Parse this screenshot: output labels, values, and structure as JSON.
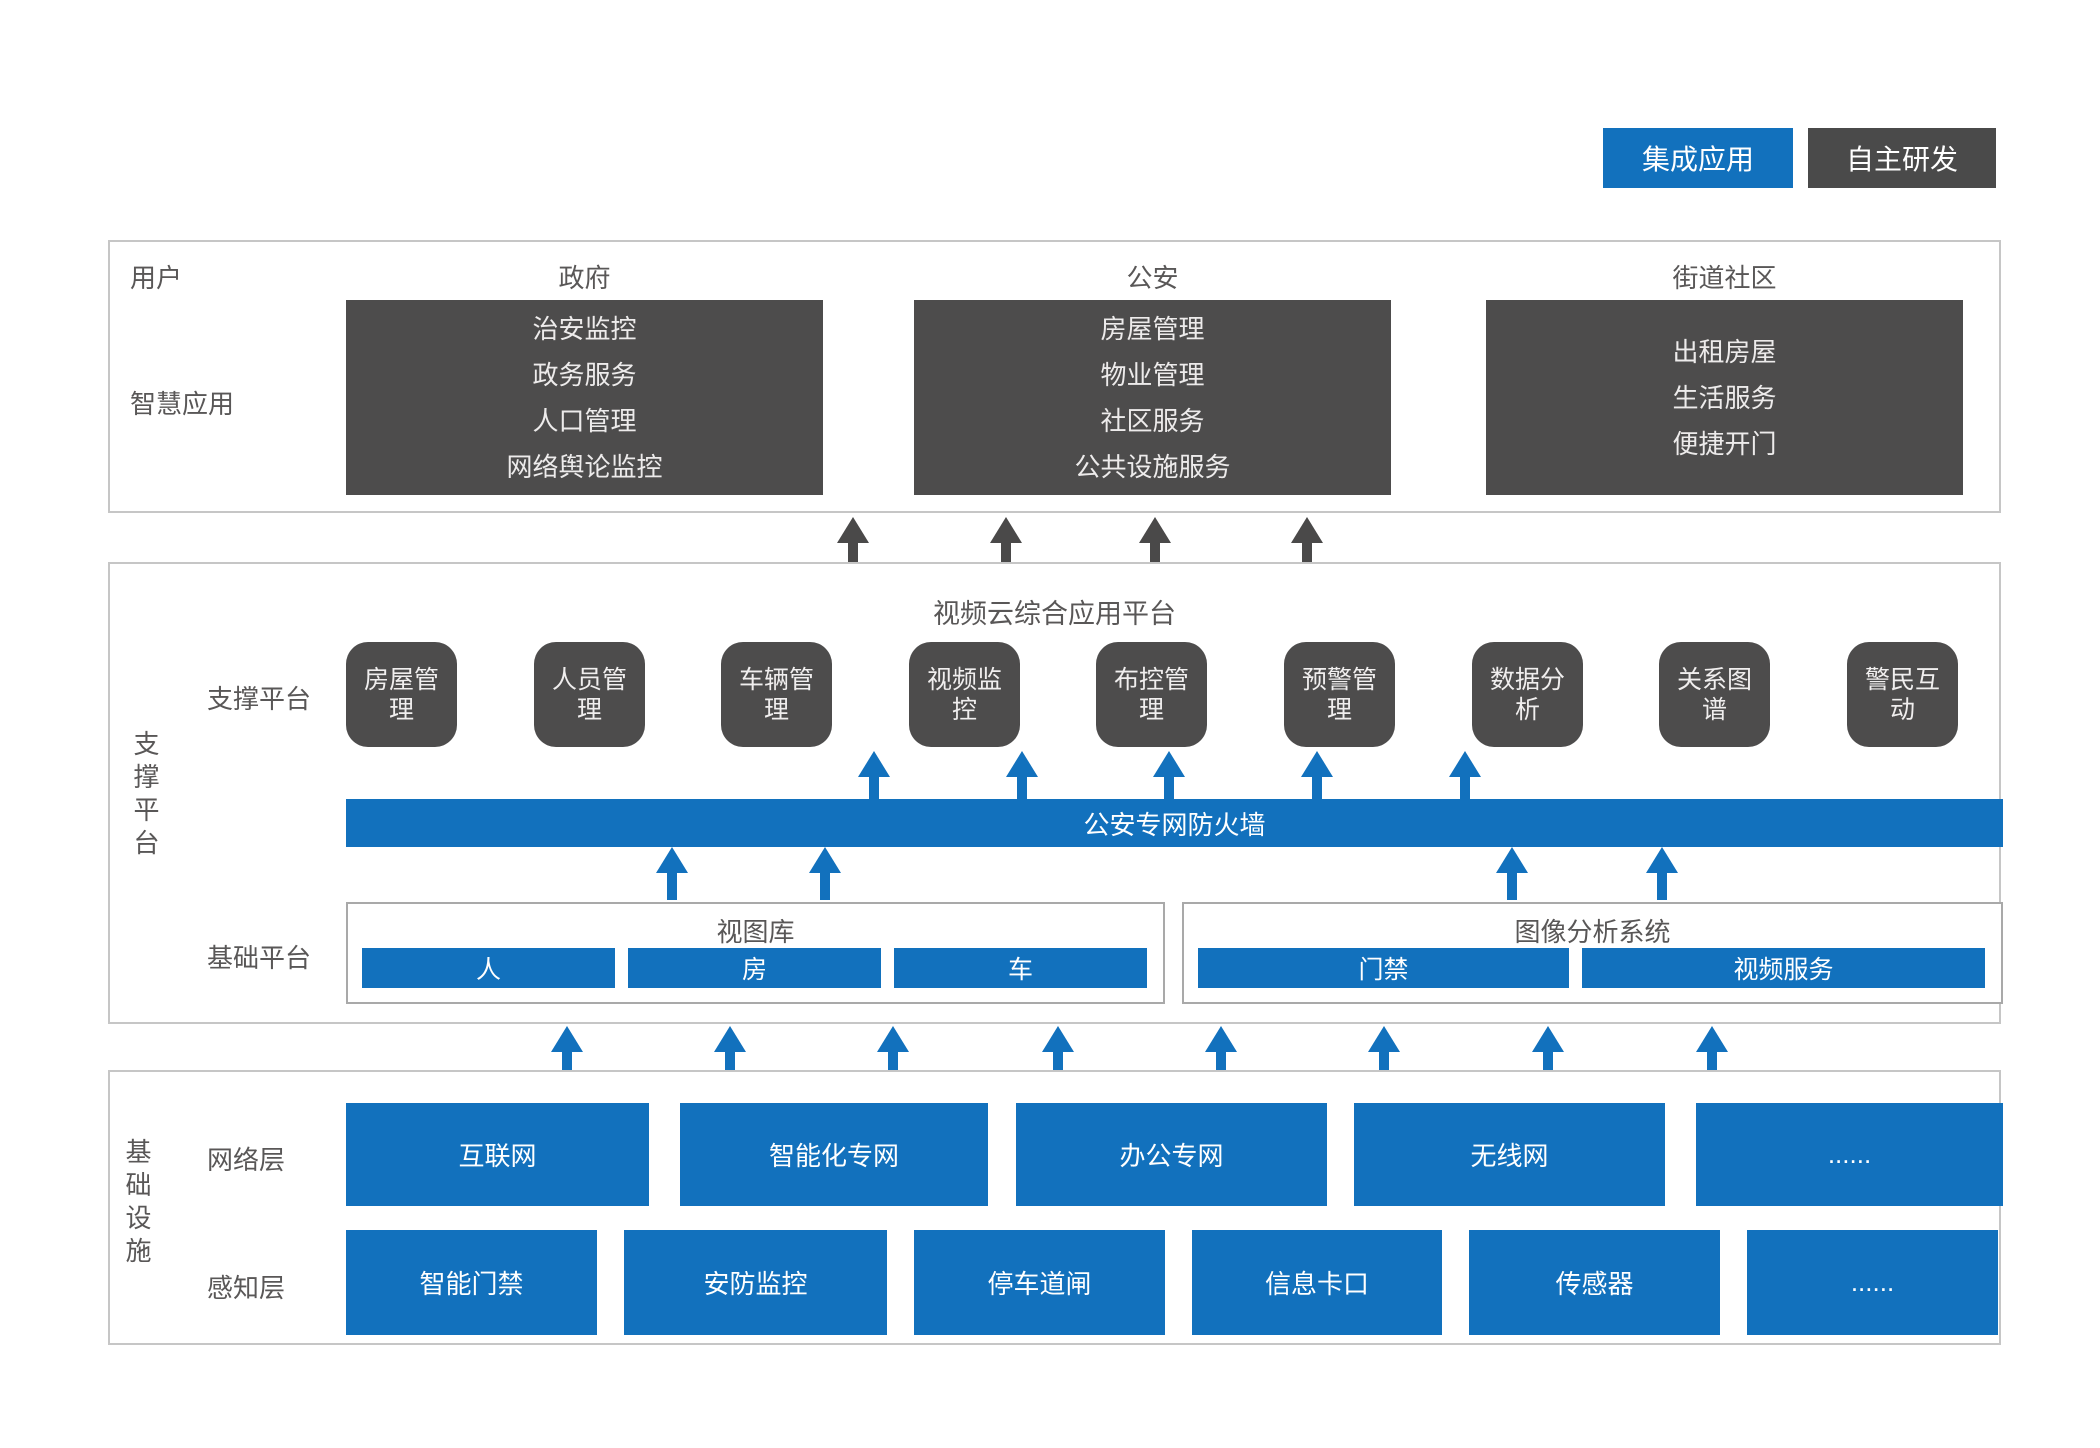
{
  "legend": {
    "integrated": "集成应用",
    "self_developed": "自主研发"
  },
  "top_section": {
    "row_label_users": "用户",
    "row_label_apps": "智慧应用",
    "columns": [
      {
        "header": "政府",
        "items": [
          "治安监控",
          "政务服务",
          "人口管理",
          "网络舆论监控"
        ]
      },
      {
        "header": "公安",
        "items": [
          "房屋管理",
          "物业管理",
          "社区服务",
          "公共设施服务"
        ]
      },
      {
        "header": "街道社区",
        "items": [
          "出租房屋",
          "生活服务",
          "便捷开门"
        ]
      }
    ]
  },
  "middle_section": {
    "side_label": "支撑平台",
    "title": "视频云综合应用平台",
    "support_row_label": "支撑平台",
    "support_boxes": [
      "房屋管理",
      "人员管理",
      "车辆管理",
      "视频监控",
      "布控管理",
      "预警管理",
      "数据分析",
      "关系图谱",
      "警民互动"
    ],
    "firewall": "公安专网防火墙",
    "base_row_label": "基础平台",
    "base_groups": [
      {
        "title": "视图库",
        "items": [
          "人",
          "房",
          "车"
        ]
      },
      {
        "title": "图像分析系统",
        "items": [
          "门禁",
          "视频服务"
        ]
      }
    ]
  },
  "bottom_section": {
    "side_label": "基础设施",
    "rows": [
      {
        "label": "网络层",
        "items": [
          "互联网",
          "智能化专网",
          "办公专网",
          "无线网",
          "......"
        ]
      },
      {
        "label": "感知层",
        "items": [
          "智能门禁",
          "安防监控",
          "停车道闸",
          "信息卡口",
          "传感器",
          "......"
        ]
      }
    ]
  },
  "colors": {
    "accent_blue": "#1271BD",
    "dark_gray": "#4D4C4C",
    "label_gray": "#595757",
    "border_gray": "#C6C6C6"
  }
}
